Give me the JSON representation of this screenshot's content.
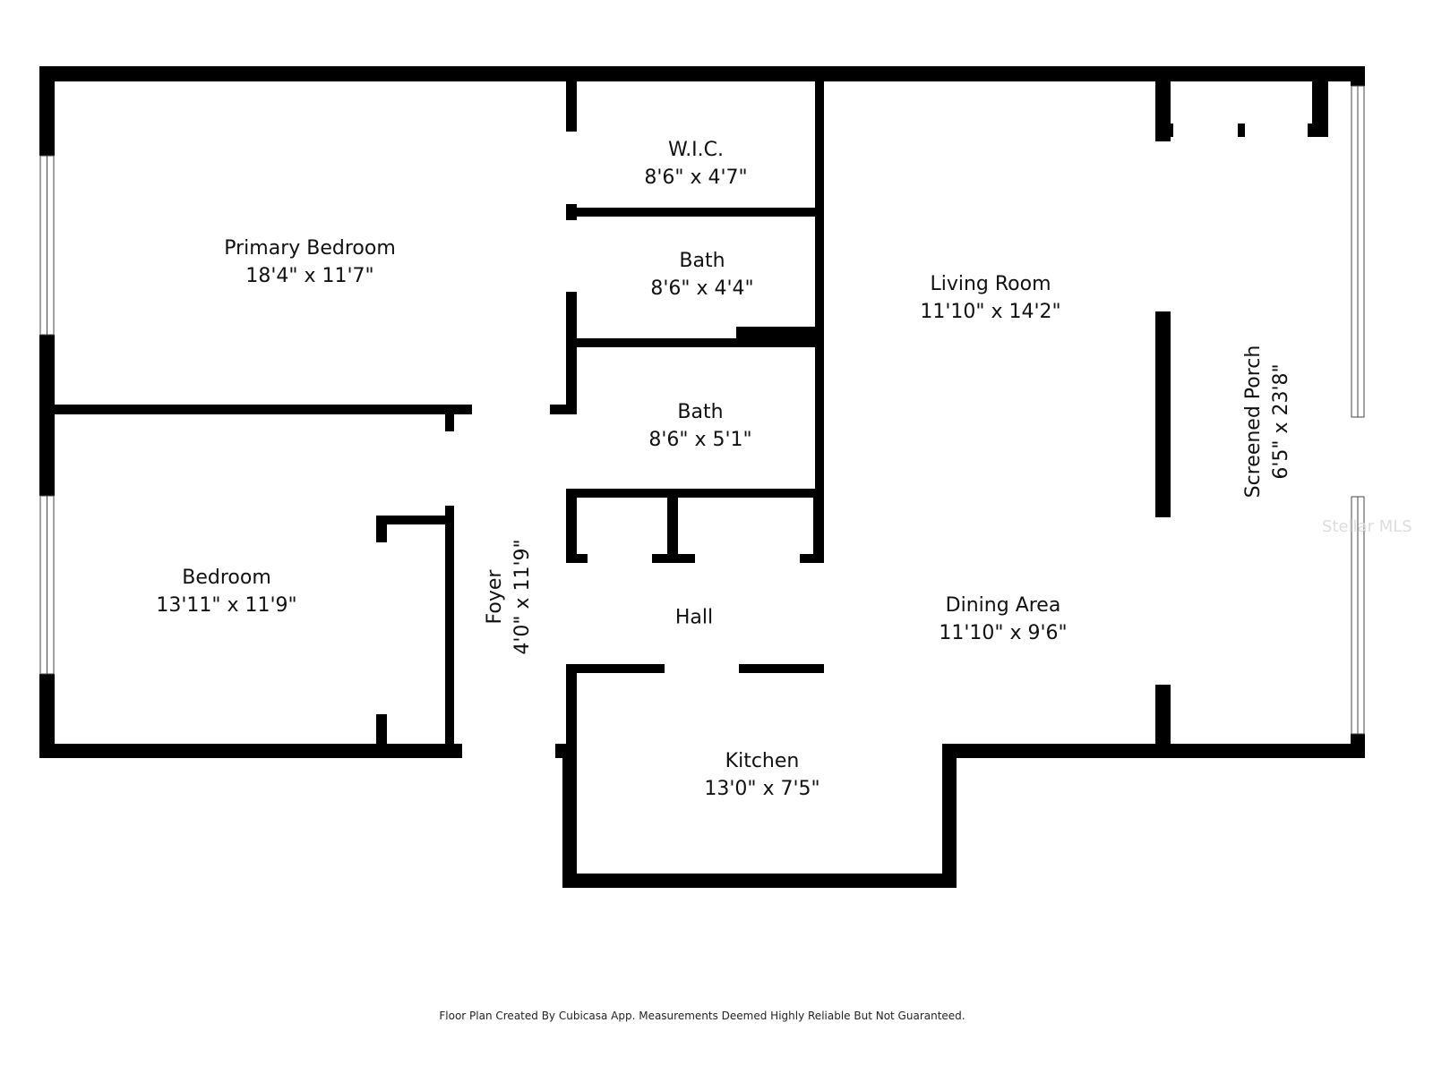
{
  "rooms": [
    {
      "name": "Primary Bedroom",
      "size": "18'4\" x 11'7\""
    },
    {
      "name": "W.I.C.",
      "size": "8'6\" x 4'7\""
    },
    {
      "name": "Bath",
      "size": "8'6\" x 4'4\""
    },
    {
      "name": "Bath",
      "size": "8'6\" x 5'1\""
    },
    {
      "name": "Living Room",
      "size": "11'10\" x 14'2\""
    },
    {
      "name": "Screened Porch",
      "size": "6'5\" x 23'8\""
    },
    {
      "name": "Bedroom",
      "size": "13'11\" x 11'9\""
    },
    {
      "name": "Foyer",
      "size": "4'0\" x 11'9\""
    },
    {
      "name": "Hall",
      "size": ""
    },
    {
      "name": "Dining Area",
      "size": "11'10\" x 9'6\""
    },
    {
      "name": "Kitchen",
      "size": "13'0\" x 7'5\""
    }
  ],
  "footer": "Floor Plan Created By Cubicasa App. Measurements Deemed Highly Reliable But Not Guaranteed.",
  "watermark": "Stellar MLS",
  "colors": {
    "wall": "#000000",
    "background": "#ffffff"
  }
}
